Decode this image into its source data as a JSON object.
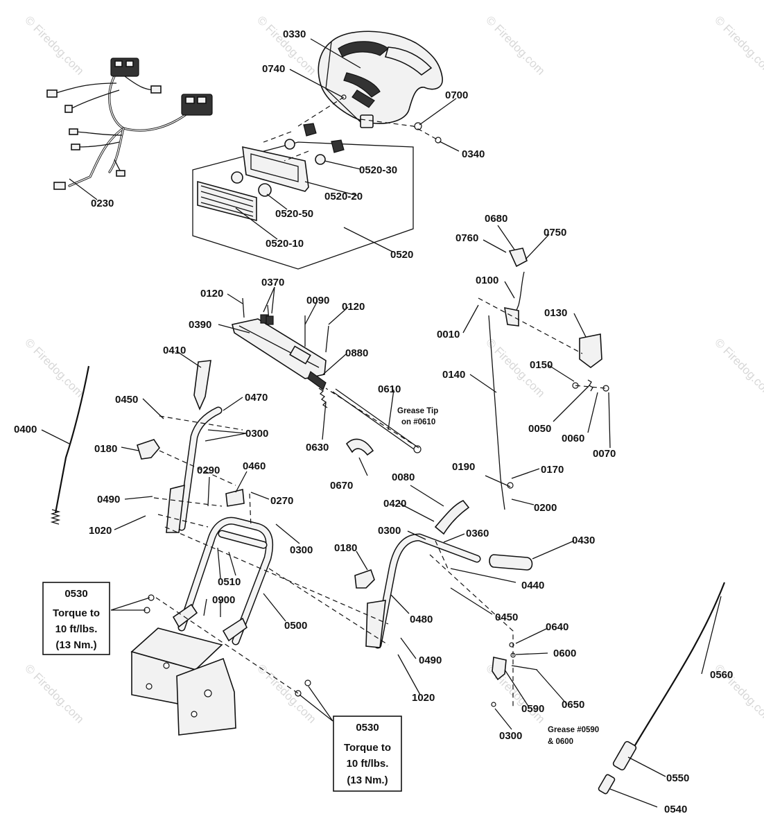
{
  "watermark": "© Firedog.com",
  "callouts": {
    "p0330": "0330",
    "p0740": "0740",
    "p0700": "0700",
    "p0340": "0340",
    "p0230": "0230",
    "p0520_30": "0520-30",
    "p0520_20": "0520-20",
    "p0520_50": "0520-50",
    "p0520_10": "0520-10",
    "p0520": "0520",
    "p0680": "0680",
    "p0760": "0760",
    "p0750": "0750",
    "p0100": "0100",
    "p0120a": "0120",
    "p0370": "0370",
    "p0090": "0090",
    "p0120b": "0120",
    "p0390": "0390",
    "p0010": "0010",
    "p0130": "0130",
    "p0880": "0880",
    "p0410": "0410",
    "p0150": "0150",
    "p0140": "0140",
    "p0610": "0610",
    "p0450a": "0450",
    "p0470": "0470",
    "p0300a": "0300",
    "p0400": "0400",
    "p0180a": "0180",
    "p0630": "0630",
    "p0050": "0050",
    "p0060": "0060",
    "p0070": "0070",
    "p0670": "0670",
    "p0190": "0190",
    "p0170": "0170",
    "p0290": "0290",
    "p0460": "0460",
    "p0080": "0080",
    "p0490a": "0490",
    "p0270": "0270",
    "p0420": "0420",
    "p0200": "0200",
    "p1020a": "1020",
    "p0300b": "0300",
    "p0360": "0360",
    "p0430": "0430",
    "p0300c": "0300",
    "p0180b": "0180",
    "p0510": "0510",
    "p0440": "0440",
    "p0900": "0900",
    "p0500": "0500",
    "p0480": "0480",
    "p0450b": "0450",
    "p0640": "0640",
    "p0600": "0600",
    "p0490b": "0490",
    "p0560": "0560",
    "p1020b": "1020",
    "p0590": "0590",
    "p0650": "0650",
    "p0300d": "0300",
    "p0550": "0550",
    "p0540": "0540"
  },
  "notes": {
    "grease_tip_line1": "Grease Tip",
    "grease_tip_line2": "on #0610",
    "grease_0590_line1": "Grease #0590",
    "grease_0590_line2": "& 0600"
  },
  "torque_boxes": [
    {
      "part": "0530",
      "line1": "Torque to",
      "line2": "10 ft/lbs.",
      "line3": "(13 Nm.)"
    },
    {
      "part": "0530",
      "line1": "Torque to",
      "line2": "10 ft/lbs.",
      "line3": "(13 Nm.)"
    }
  ]
}
